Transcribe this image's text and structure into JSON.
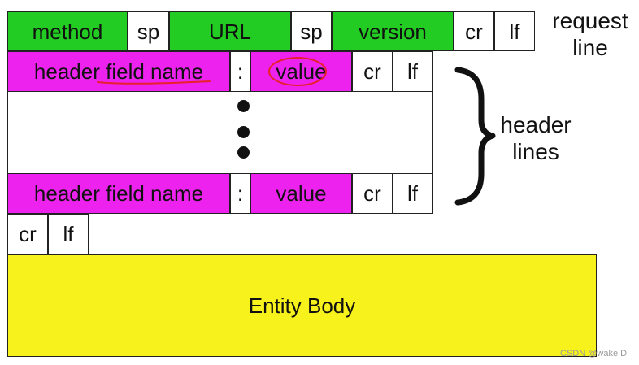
{
  "request_line": {
    "method": "method",
    "sp1": "sp",
    "url": "URL",
    "sp2": "sp",
    "version": "version",
    "cr": "cr",
    "lf": "lf"
  },
  "request_line_label": [
    "request",
    "line"
  ],
  "header_line_1": {
    "field_name": "header field name",
    "colon": ":",
    "value": "value",
    "cr": "cr",
    "lf": "lf"
  },
  "header_line_2": {
    "field_name": "header field name",
    "colon": ":",
    "value": "value",
    "cr": "cr",
    "lf": "lf"
  },
  "header_lines_label": [
    "header",
    "lines"
  ],
  "blank_line": {
    "cr": "cr",
    "lf": "lf"
  },
  "entity_body": "Entity Body",
  "watermark": "CSDN @wake D",
  "colors": {
    "green": "#22cc22",
    "magenta": "#ee22ee",
    "yellow": "#f7f21b",
    "annotation_red": "#e8202a"
  }
}
